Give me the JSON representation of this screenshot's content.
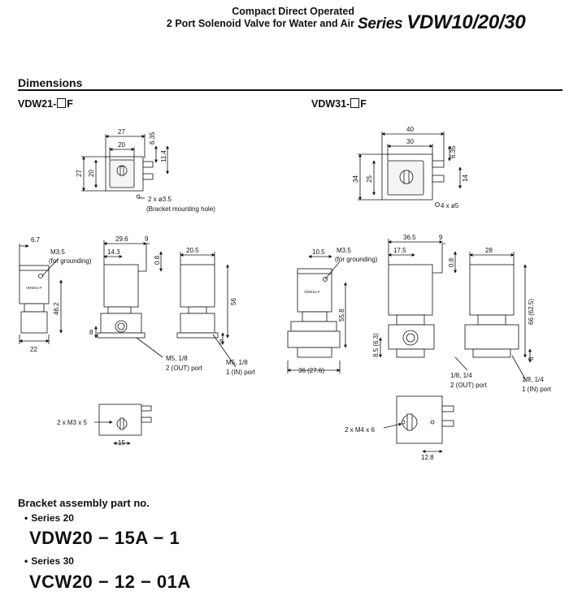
{
  "header": {
    "line1": "Compact Direct Operated",
    "line2": "2 Port Solenoid Valve for Water and Air",
    "series_word": "Series",
    "series_name": "VDW10/20/30"
  },
  "section": {
    "title": "Dimensions"
  },
  "models": {
    "left_prefix": "VDW21-",
    "left_suffix": "F",
    "right_prefix": "VDW31-",
    "right_suffix": "F"
  },
  "dims_left": {
    "top_w27": "27",
    "top_w20": "20",
    "top_h635": "6.35",
    "top_h114": "11.4",
    "top_h27": "27",
    "top_h20": "20",
    "hole": "2 x ø3.5",
    "hole_note": "(Bracket mounting hole)",
    "d67": "6.7",
    "m35": "M3.5",
    "grounding": "(for grounding)",
    "d22": "22",
    "d462": "46.2",
    "d296": "29.6",
    "d9": "9",
    "d143": "14.3",
    "d08": "0.8",
    "d8": "8",
    "d205": "20.5",
    "d56": "56",
    "d5": "5",
    "out_port": "M5, 1/8",
    "out_label": "2 (OUT) port",
    "in_port": "M5, 1/8",
    "in_label": "1 (IN) port",
    "m3": "2 x M3 x 5",
    "d15": "15",
    "label_text": "VDW21-F"
  },
  "dims_right": {
    "top_w40": "40",
    "top_w30": "30",
    "top_h635": "6.35",
    "top_h14": "14",
    "top_h34": "34",
    "top_h25": "25",
    "hole": "4 x ø5",
    "d105": "10.5",
    "m35": "M3.5",
    "grounding": "(for grounding)",
    "d558": "55.8",
    "d36": "36 (27.6)",
    "d365": "36.5",
    "d9": "9",
    "d175": "17.5",
    "d08": "0.8",
    "d85": "8.5 (6.3)",
    "d28": "28",
    "d66": "66 (62.5)",
    "d6": "6",
    "out_port": "1/8, 1/4",
    "out_label": "2 (OUT) port",
    "in_port": "1/8, 1/4",
    "in_label": "1 (IN) port",
    "m4": "2 x M4 x 6",
    "d128": "12.8",
    "label_text": "VDW31-F"
  },
  "bracket": {
    "title": "Bracket assembly part no.",
    "series20_label": "Series 20",
    "series20_part": "VDW20 − 15A − 1",
    "series30_label": "Series 30",
    "series30_part": "VCW20 − 12 − 01A"
  }
}
